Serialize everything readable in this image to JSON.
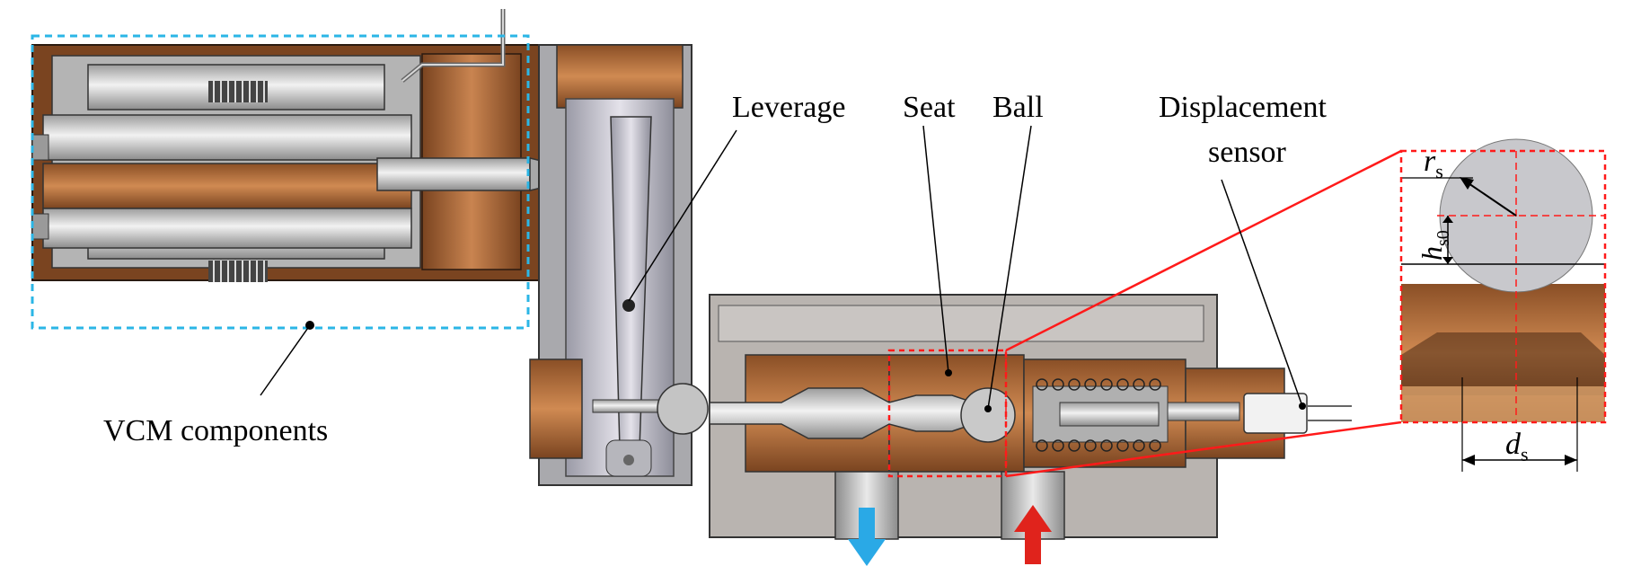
{
  "labels": {
    "leverage": "Leverage",
    "seat": "Seat",
    "ball": "Ball",
    "displacement_line1": "Displacement",
    "displacement_line2": "sensor",
    "vcm": "VCM components"
  },
  "symbols": {
    "rs_main": "r",
    "rs_sub": "s",
    "hs0_main": "h",
    "hs0_sub": "s0",
    "ds_main": "d",
    "ds_sub": "s"
  },
  "colors": {
    "copper": "#b36a36",
    "copper_dark": "#7a4420",
    "steel": "#c9c9c9",
    "steel_dark": "#8f8f8f",
    "body_gray": "#b9b4b0",
    "vcm_box": "#2bb6e6",
    "zoom_red": "#ff1a1a",
    "outflow_arrow": "#2aa9e6",
    "inflow_arrow": "#e0231c"
  }
}
